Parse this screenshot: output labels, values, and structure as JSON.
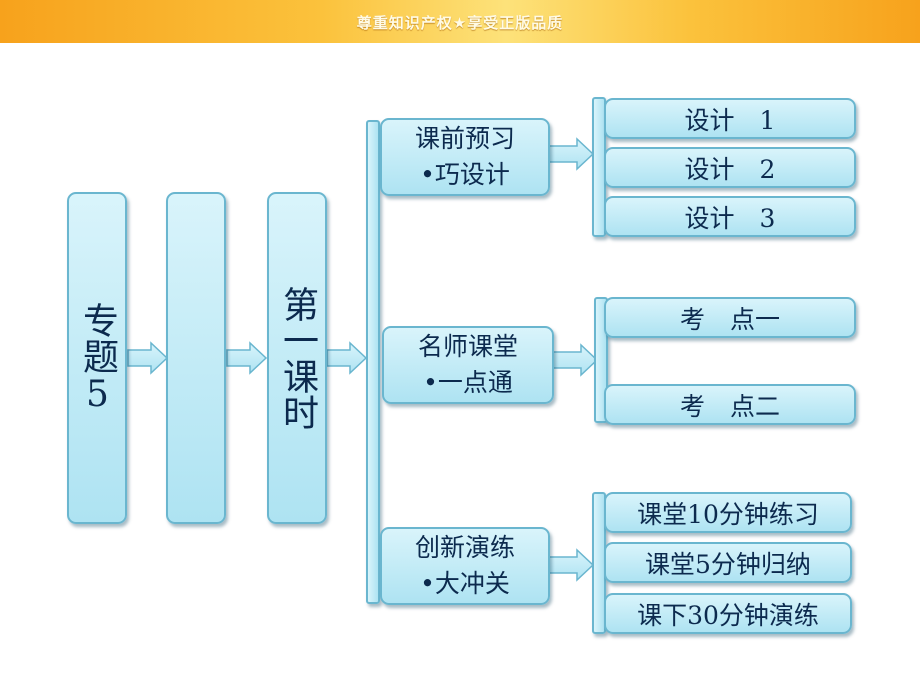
{
  "banner": {
    "text": "尊重知识产权★享受正版品质"
  },
  "level1": [
    {
      "name": "topic",
      "text": "专题5"
    },
    {
      "name": "blank",
      "text": ""
    },
    {
      "name": "lesson",
      "text": "第一课时"
    }
  ],
  "sections": [
    {
      "line1": "课前预习",
      "line2": "•巧设计",
      "items": [
        "设计　1",
        "设计　2",
        "设计　3"
      ]
    },
    {
      "line1": "名师课堂",
      "line2": "•一点通",
      "items": [
        "考　点一",
        "考　点二"
      ]
    },
    {
      "line1": "创新演练",
      "line2": "•大冲关",
      "items": [
        "课堂10分钟练习",
        "课堂5分钟归纳",
        "课下30分钟演练"
      ]
    }
  ]
}
